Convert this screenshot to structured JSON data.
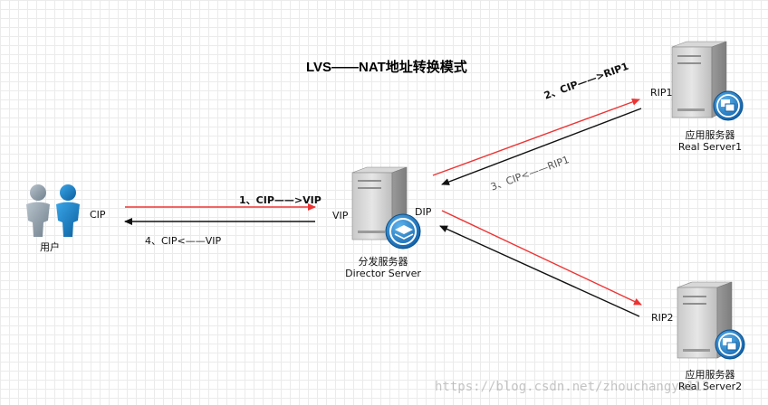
{
  "title": "LVS——NAT地址转换模式",
  "user": {
    "label": "用户",
    "ip": "CIP"
  },
  "director": {
    "name": "分发服务器",
    "subtitle": "Director Server",
    "vip": "VIP",
    "dip": "DIP"
  },
  "real_servers": [
    {
      "name": "应用服务器",
      "subtitle": "Real Server1",
      "rip": "RIP1"
    },
    {
      "name": "应用服务器",
      "subtitle": "Real Server2",
      "rip": "RIP2"
    }
  ],
  "arrows": {
    "a1": "1、CIP——>VIP",
    "a2": "2、CIP——>RIP1",
    "a3": "3、CIP<——RIP1",
    "a4": "4、CIP<——VIP"
  },
  "colors": {
    "request": "#ee3333",
    "response": "#111111"
  },
  "watermark": "https://blog.csdn.net/zhouchangyu113"
}
